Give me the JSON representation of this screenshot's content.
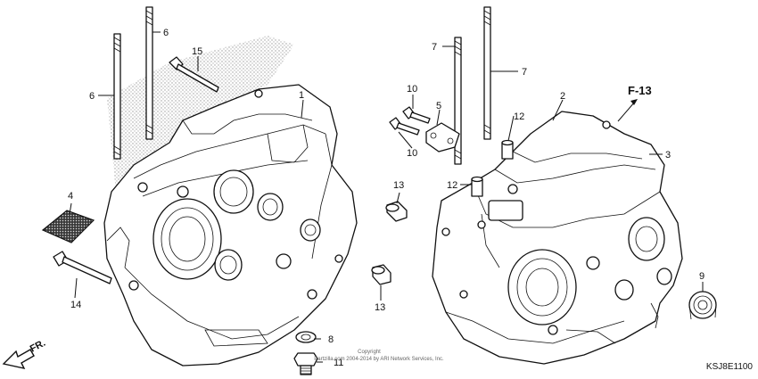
{
  "diagram": {
    "callouts": {
      "c1": "1",
      "c2": "2",
      "c3": "3",
      "c4": "4",
      "c5": "5",
      "c6a": "6",
      "c6b": "6",
      "c7a": "7",
      "c7b": "7",
      "c8": "8",
      "c9": "9",
      "c10a": "10",
      "c10b": "10",
      "c11": "11",
      "c12a": "12",
      "c12b": "12",
      "c13a": "13",
      "c13b": "13",
      "c14": "14",
      "c15": "15"
    },
    "section_ref": "F-13",
    "direction_label": "FR.",
    "copyright_line1": "Copyright",
    "copyright_line2": "Partzilla.com 2004-2014 by ARI Network Services, Inc.",
    "diagram_code": "KSJ8E1100"
  },
  "colors": {
    "line": "#111111",
    "hatch": "#bbbbbb",
    "background": "#ffffff"
  }
}
